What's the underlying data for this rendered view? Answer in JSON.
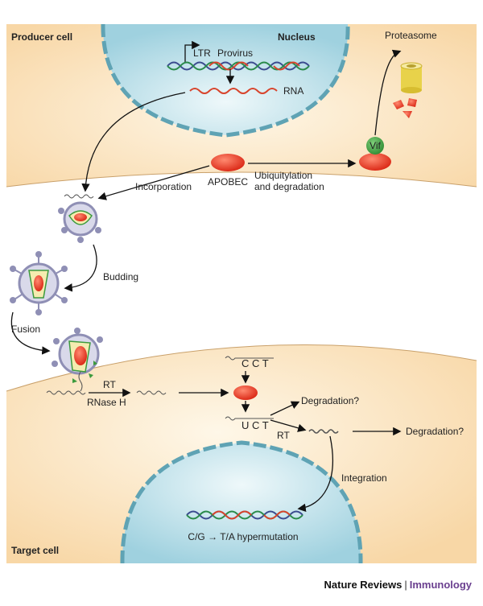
{
  "labels": {
    "producer_cell": "Producer cell",
    "nucleus": "Nucleus",
    "ltr": "LTR",
    "provirus": "Provirus",
    "rna": "RNA",
    "proteasome": "Proteasome",
    "vif": "Vif",
    "apobec": "APOBEC",
    "incorporation": "Incorporation",
    "ubiquitylation_line1": "Ubiquitylation",
    "ubiquitylation_line2": "and degradation",
    "budding": "Budding",
    "fusion": "Fusion",
    "rt": "RT",
    "rnase_h": "RNase H",
    "cct": "C C T",
    "uct": "U C T",
    "degradation_1": "Degradation?",
    "rt_2": "RT",
    "degradation_2": "Degradation?",
    "integration": "Integration",
    "hypermutation": "C/G → T/A hypermutation",
    "target_cell": "Target cell"
  },
  "credit": {
    "journal": "Nature Reviews",
    "separator": "|",
    "section": "Immunology"
  },
  "colors": {
    "cytoplasm": "#f9ddb0",
    "cytoplasm_light": "#fdf3e1",
    "nucleus": "#a9d7e3",
    "nucleus_light": "#e4f3f7",
    "membrane": "#5fa3b4",
    "apobec": "#e0331f",
    "vif": "#3c9a3d",
    "virion": "#8f8fb5",
    "capsid": "#f4ecb0"
  }
}
